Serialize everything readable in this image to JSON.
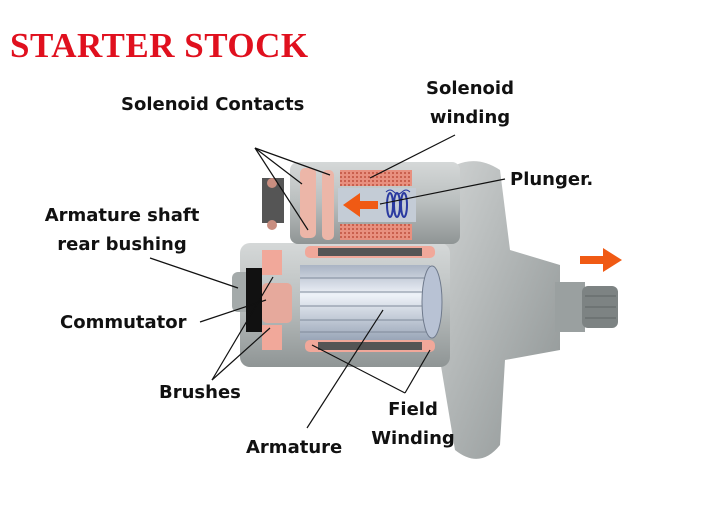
{
  "title": "STARTER STOCK",
  "labels": {
    "solenoid_contacts": "Solenoid Contacts",
    "solenoid_winding_1": "Solenoid",
    "solenoid_winding_2": "winding",
    "plunger": "Plunger.",
    "armature_shaft_1": "Armature shaft",
    "armature_shaft_2": "rear bushing",
    "commutator": "Commutator",
    "brushes": "Brushes",
    "field_winding_1": "Field",
    "field_winding_2": "Winding",
    "armature": "Armature"
  },
  "colors": {
    "title": "#e0101e",
    "arrow": "#f05a14",
    "winding": "#e8907f"
  }
}
